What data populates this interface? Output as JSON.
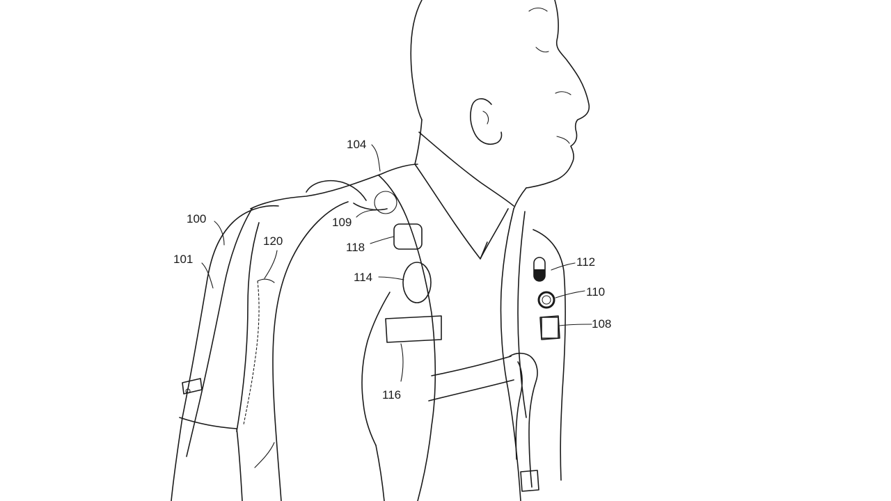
{
  "labels": {
    "l100": "100",
    "l101": "101",
    "l104": "104",
    "l108": "108",
    "l109": "109",
    "l110": "110",
    "l112": "112",
    "l114": "114",
    "l116": "116",
    "l118": "118",
    "l120": "120"
  },
  "colors": {
    "line": "#1a1a1a",
    "background": "#ffffff"
  }
}
